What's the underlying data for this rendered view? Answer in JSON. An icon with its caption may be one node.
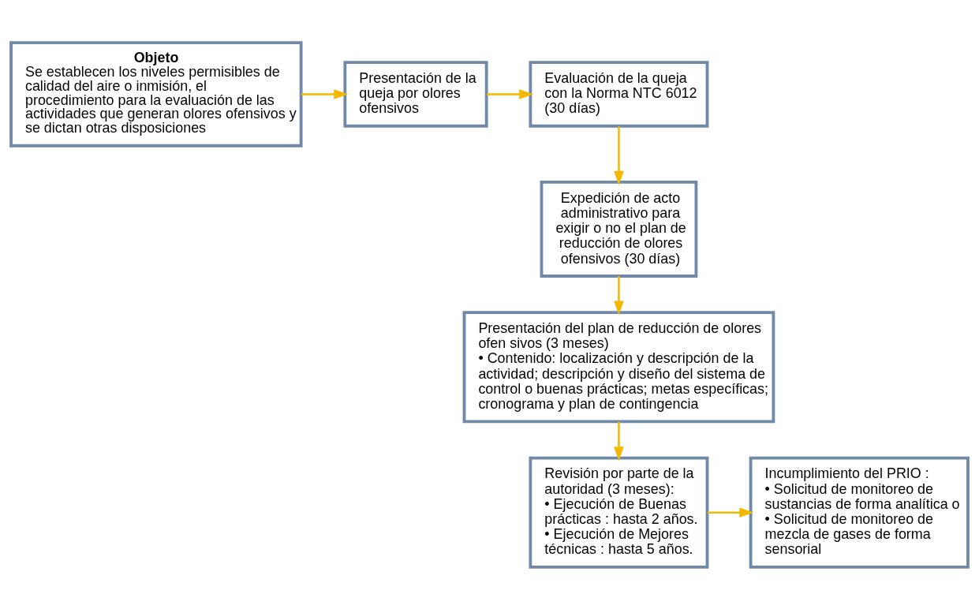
{
  "diagram": {
    "nodes": [
      {
        "text": [
          "Objeto",
          "Se establecen los niveles permisibles de calidad del aire o inmisión, el procedimiento para la evaluación de las actividades que generan olores ofensivos y se dictan otras disposiciones"
        ]
      },
      {
        "text": [
          "Presentación de la queja por olores ofensivos"
        ]
      },
      {
        "text": [
          "Evaluación de la queja con la Norma NTC 6012 (30 días)"
        ]
      },
      {
        "text": [
          "Expedición de acto administrativo para exigir o no el plan de reducción de olores ofensivos (30 días)"
        ]
      },
      {
        "text": [
          "Presentación del plan de reducción de olores ofen sivos (3 meses)",
          "• Contenido: localización y descripción de la actividad; descripción y diseño del sistema de control o buenas prácticas; metas específicas; cronograma y plan de contingencia"
        ]
      },
      {
        "text": [
          "Revisión por parte de la autoridad (3 meses):",
          "• Ejecución de Buenas prácticas : hasta 2 años.",
          "• Ejecución de Mejores técnicas : hasta 5 años."
        ]
      },
      {
        "text": [
          "Incumplimiento del PRIO :",
          "• Solicitud de monitoreo de sustancias de forma analítica o",
          "• Solicitud de monitoreo de mezcla de gases de forma sensorial"
        ]
      }
    ],
    "edges": [
      {
        "from": 0,
        "to": 1,
        "arrow": "to"
      },
      {
        "from": 1,
        "to": 2,
        "arrow": "to"
      },
      {
        "from": 2,
        "to": 3,
        "arrow": "to"
      },
      {
        "from": 3,
        "to": 4,
        "arrow": "to"
      },
      {
        "from": 4,
        "to": 5,
        "arrow": "to"
      },
      {
        "from": 5,
        "to": 6,
        "arrow": "to"
      }
    ]
  }
}
